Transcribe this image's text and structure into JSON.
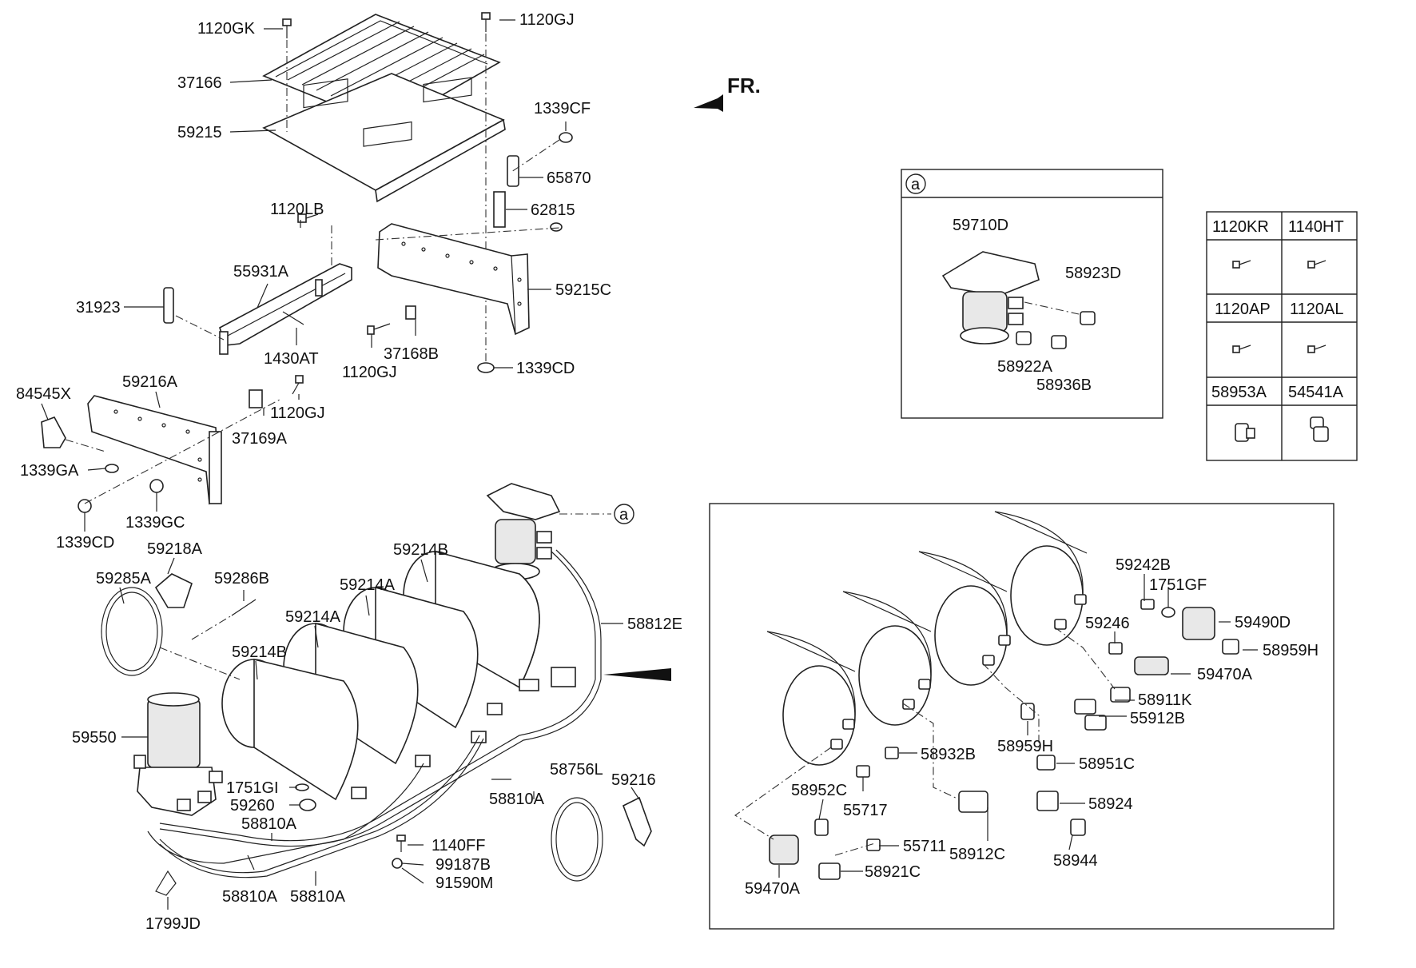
{
  "fr_label": "FR.",
  "detail_a": {
    "marker": "a",
    "labels": [
      "59710D",
      "58923D",
      "58922A",
      "58936B"
    ]
  },
  "fastener_table": {
    "headers": [
      "1120KR",
      "1140HT",
      "1120AP",
      "1120AL",
      "58953A",
      "54541A"
    ]
  },
  "callouts": {
    "c1120GK": "1120GK",
    "c1120GJ_top": "1120GJ",
    "c37166": "37166",
    "c59215": "59215",
    "c1339CF": "1339CF",
    "c65870": "65870",
    "c62815": "62815",
    "c1120LB": "1120LB",
    "c55931A": "55931A",
    "c59215C": "59215C",
    "c31923": "31923",
    "c1430AT": "1430AT",
    "c37168B": "37168B",
    "c1120GJ_mid": "1120GJ",
    "c1339CD_mid": "1339CD",
    "c84545X": "84545X",
    "c59216A": "59216A",
    "c1120GJ_low": "1120GJ",
    "c37169A": "37169A",
    "c1339GA": "1339GA",
    "c1339GC": "1339GC",
    "c1339CD_low": "1339CD",
    "c59218A": "59218A",
    "c59285A": "59285A",
    "c59286B": "59286B",
    "c59214B_top": "59214B",
    "c59214A_1": "59214A",
    "c59214A_2": "59214A",
    "c59214B_2": "59214B",
    "c58812E": "58812E",
    "c59550": "59550",
    "c1751GI": "1751GI",
    "c59260": "59260",
    "c58810A_1": "58810A",
    "c58810A_2": "58810A",
    "c58810A_3": "58810A",
    "c58810A_4": "58810A",
    "c58756L": "58756L",
    "c59216": "59216",
    "c1140FF": "1140FF",
    "c99187B": "99187B",
    "c91590M": "91590M",
    "c1799JD": "1799JD",
    "c_a_marker": "a"
  },
  "detail_right": {
    "labels": {
      "l59242B": "59242B",
      "l1751GF": "1751GF",
      "l59490D": "59490D",
      "l59246": "59246",
      "l58959H_1": "58959H",
      "l59470A_1": "59470A",
      "l58911K": "58911K",
      "l55912B": "55912B",
      "l58959H_2": "58959H",
      "l58932B": "58932B",
      "l58951C": "58951C",
      "l58952C": "58952C",
      "l55717": "55717",
      "l58924": "58924",
      "l55711": "55711",
      "l58912C": "58912C",
      "l58944": "58944",
      "l58921C": "58921C",
      "l59470A_2": "59470A"
    }
  }
}
